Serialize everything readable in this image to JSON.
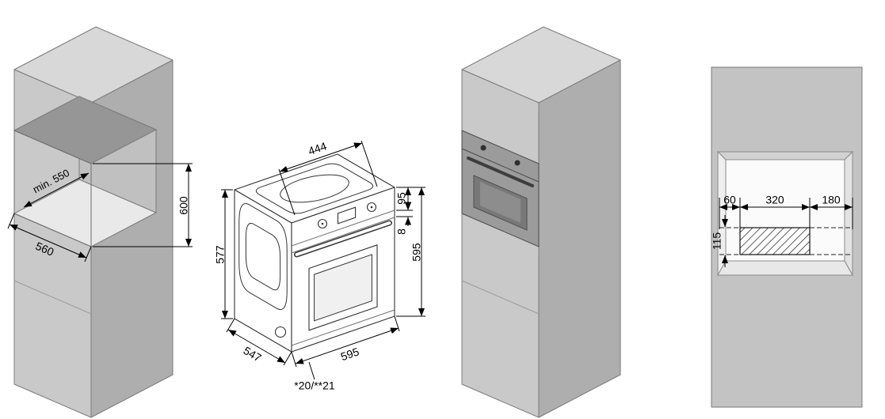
{
  "niche": {
    "depth_min_label": "min. 550",
    "height_label": "600",
    "width_label": "560"
  },
  "oven": {
    "top_cutout_width_label": "444",
    "fascia_height_label": "95",
    "gap_label": "8",
    "height_label": "595",
    "body_height_label": "577",
    "depth_label": "547",
    "width_label": "595",
    "door_protrusion_note": "*20/**21"
  },
  "vent_cutout": {
    "offset_left_label": "60",
    "width_label": "320",
    "offset_right_label": "180",
    "height_label": "115"
  },
  "colors": {
    "cabinet_front": "#c9c9c9",
    "cabinet_side": "#aeaeae",
    "cabinet_top": "#d8d8d8",
    "niche_bottom": "#e9e9e9",
    "niche_back": "#c0c0c0",
    "niche_top_shadow": "#969696",
    "oven_front": "#9b9b9b",
    "oven_window": "#787878",
    "vent_panel": "#c3c3c3"
  }
}
